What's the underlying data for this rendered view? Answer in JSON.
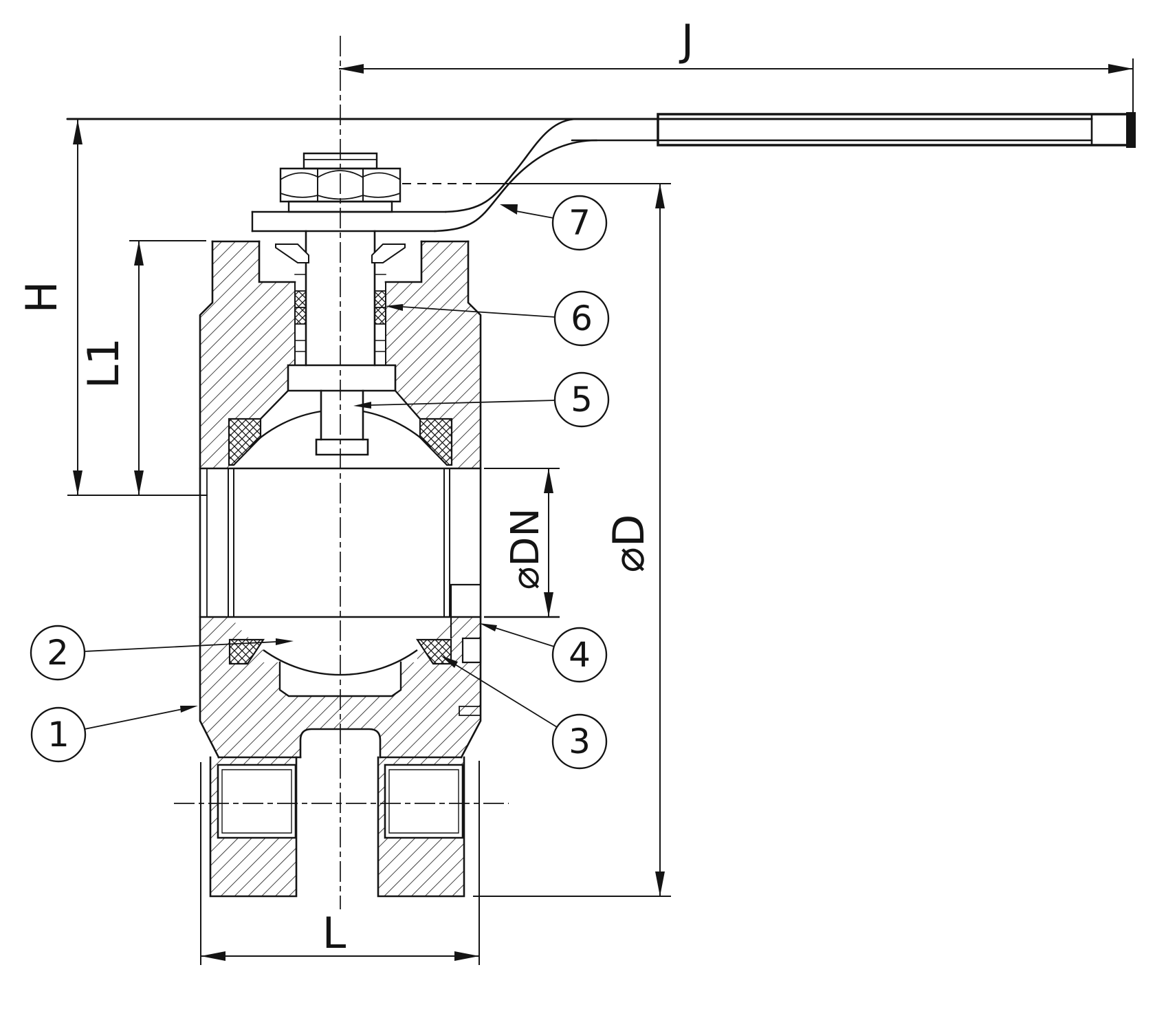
{
  "page": {
    "title": "Ball valve sectional drawing",
    "background_color": "#ffffff",
    "line_color": "#141414"
  },
  "dimensions": {
    "J": "J",
    "H": "H",
    "L1": "L1",
    "DN": "⌀DN",
    "D": "⌀D",
    "L": "L"
  },
  "callouts": {
    "c1": "1",
    "c2": "2",
    "c3": "3",
    "c4": "4",
    "c5": "5",
    "c6": "6",
    "c7": "7"
  }
}
